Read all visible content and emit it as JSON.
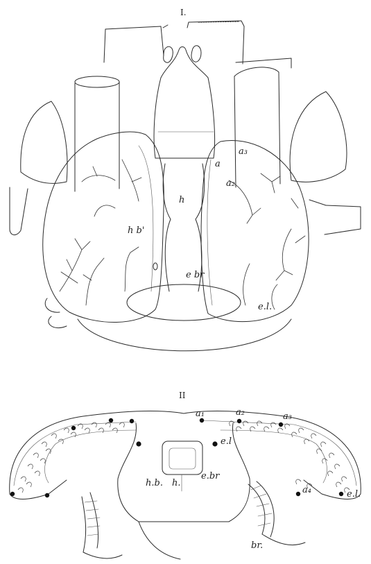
{
  "figure_one": {
    "numeral": "I.",
    "labels": {
      "a1": "a",
      "a2": "a₂",
      "a3": "a₃",
      "h": "h",
      "hb": "h b'",
      "ebr": "e br",
      "el": "e.l."
    }
  },
  "figure_two": {
    "numeral": "II",
    "labels": {
      "a1": "a₁",
      "a2": "a₂",
      "a3": "a₃",
      "el_inner": "e.l",
      "a4": "a₄",
      "hb": "h.b.",
      "h": "h.",
      "ebr": "e.br",
      "el": "e.l.",
      "br": "br."
    }
  }
}
